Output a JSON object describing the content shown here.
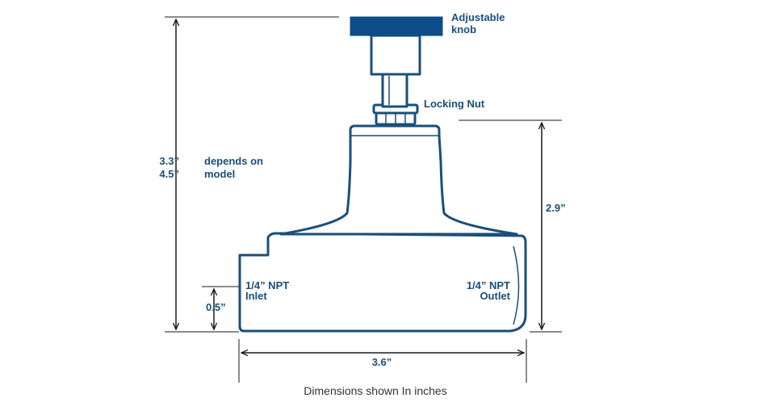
{
  "labels": {
    "knob_line1": "Adjustable",
    "knob_line2": "knob",
    "locking_nut": "Locking Nut",
    "height_total_1": "3.3”",
    "height_total_2": "4.5”",
    "depends_line1": "depends on",
    "depends_line2": "model",
    "height_body": "2.9”",
    "inlet_line1": "1/4” NPT",
    "inlet_line2": "Inlet",
    "outlet_line1": "1/4” NPT",
    "outlet_line2": "Outlet",
    "port_height": "0.5”",
    "width": "3.6”"
  },
  "caption": "Dimensions shown In inches",
  "colors": {
    "outline": "#1a4f7a",
    "knob": "#0e4c8a",
    "dimension_lines": "#1a1a1a",
    "caption_text": "#333333"
  }
}
